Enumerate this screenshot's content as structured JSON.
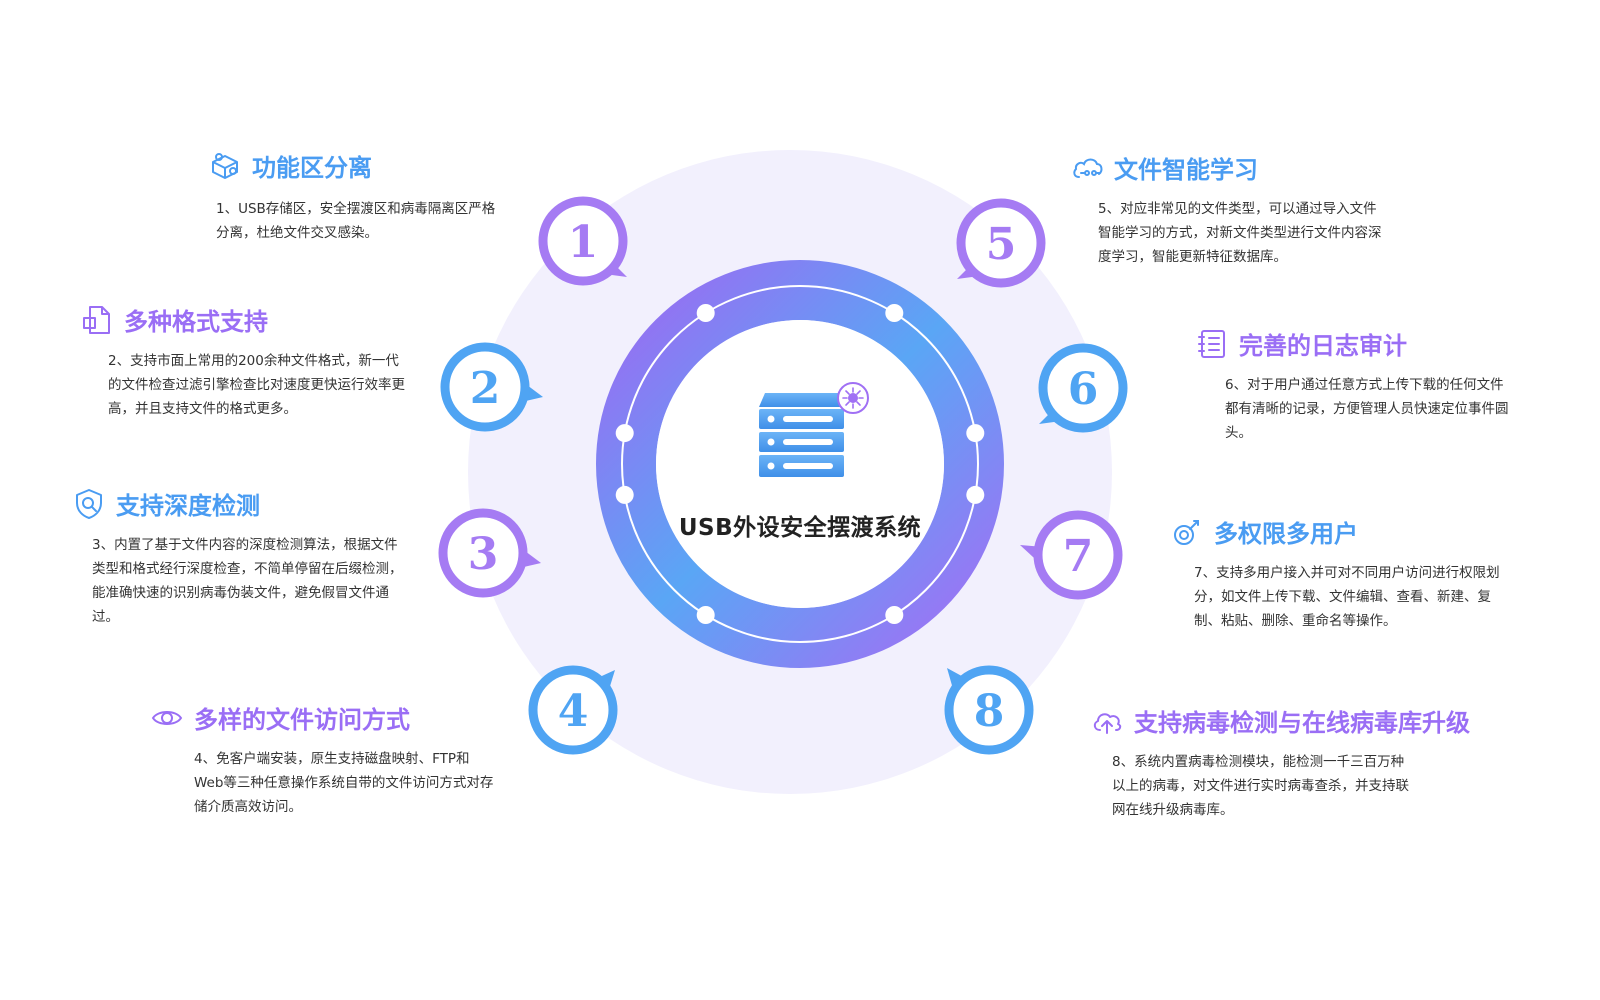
{
  "center": {
    "title": "USB外设安全摆渡系统",
    "icon": "server-stack-icon",
    "badge_icon": "virus-icon"
  },
  "colors": {
    "blue": "#4a9cf2",
    "purple": "#9a6ef5",
    "halo": "#f2f0fd",
    "text": "#333333"
  },
  "features": [
    {
      "number": "1",
      "title": "功能区分离",
      "icon": "puzzle-box-icon",
      "color": "#4a9cf2",
      "ring": "#a57bf3",
      "description": "1、USB存储区，安全摆渡区和病毒隔离区严格分离，杜绝文件交叉感染。"
    },
    {
      "number": "2",
      "title": "多种格式支持",
      "icon": "document-icon",
      "color": "#9a6ef5",
      "ring": "#4fa4f3",
      "description": "2、支持市面上常用的200余种文件格式，新一代的文件检查过滤引擎检查比对速度更快运行效率更高，并且支持文件的格式更多。"
    },
    {
      "number": "3",
      "title": "支持深度检测",
      "icon": "shield-search-icon",
      "color": "#4a9cf2",
      "ring": "#a57bf3",
      "description": "3、内置了基于文件内容的深度检测算法，根据文件类型和格式经行深度检查，不简单停留在后缀检测，能准确快速的识别病毒伪装文件，避免假冒文件通过。"
    },
    {
      "number": "4",
      "title": "多样的文件访问方式",
      "icon": "eye-icon",
      "color": "#9a6ef5",
      "ring": "#4fa4f3",
      "description": "4、免客户端安装，原生支持磁盘映射、FTP和Web等三种任意操作系统自带的文件访问方式对存储介质高效访问。"
    },
    {
      "number": "5",
      "title": "文件智能学习",
      "icon": "cloud-network-icon",
      "color": "#4a9cf2",
      "ring": "#a57bf3",
      "description": "5、对应非常见的文件类型，可以通过导入文件智能学习的方式，对新文件类型进行文件内容深度学习，智能更新特征数据库。"
    },
    {
      "number": "6",
      "title": "完善的日志审计",
      "icon": "list-icon",
      "color": "#9a6ef5",
      "ring": "#4fa4f3",
      "description": "6、对于用户通过任意方式上传下载的任何文件都有清晰的记录，方便管理人员快速定位事件圆头。"
    },
    {
      "number": "7",
      "title": "多权限多用户",
      "icon": "key-user-icon",
      "color": "#4a9cf2",
      "ring": "#a57bf3",
      "description": "7、支持多用户接入并可对不同用户访问进行权限划分，如文件上传下载、文件编辑、查看、新建、复制、粘贴、删除、重命名等操作。"
    },
    {
      "number": "8",
      "title": "支持病毒检测与在线病毒库升级",
      "icon": "cloud-upload-icon",
      "color": "#9a6ef5",
      "ring": "#4fa4f3",
      "description": "8、系统内置病毒检测模块，能检测一千三百万种以上的病毒，对文件进行实时病毒查杀，并支持联网在线升级病毒库。"
    }
  ]
}
